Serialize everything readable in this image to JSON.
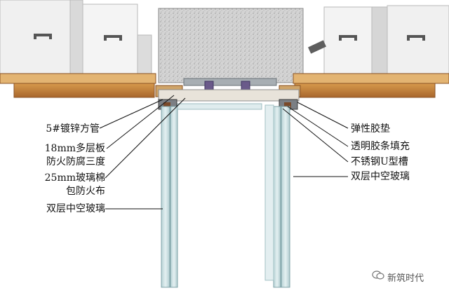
{
  "labels_left": [
    {
      "text": "5#镀锌方管"
    },
    {
      "text": "18mm多层板"
    },
    {
      "text": "防火防腐三度"
    },
    {
      "text": "25mm玻璃棉"
    },
    {
      "text": "包防火布"
    },
    {
      "text": "双层中空玻璃"
    }
  ],
  "labels_right": [
    {
      "text": "弹性胶垫"
    },
    {
      "text": "透明胶条填充"
    },
    {
      "text": "不锈钢U型槽"
    },
    {
      "text": "双层中空玻璃"
    }
  ],
  "watermark": {
    "text": "新筑时代",
    "icon": "wechat-icon"
  },
  "colors": {
    "wood": "#c98a3c",
    "wood_dark": "#8a5224",
    "concrete": "#cfcfcf",
    "glass": "#cfe3e6",
    "glass_edge": "#7fa3a8",
    "steel": "#9aa4ab",
    "box": "#ededed"
  }
}
